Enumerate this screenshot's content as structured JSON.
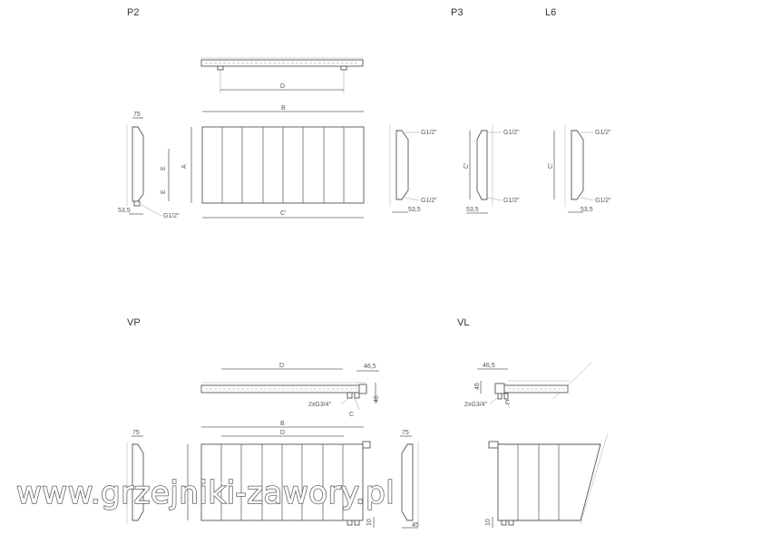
{
  "sections": {
    "p2": "P2",
    "p3": "P3",
    "l6": "L6",
    "vp": "VP",
    "vl": "VL"
  },
  "dims": {
    "d": "D",
    "b": "B",
    "a": "A",
    "c_prime": "C'",
    "e": "E",
    "c": "C",
    "w75": "75",
    "w53_5": "53,5",
    "w46_5": "46,5",
    "w46": "46",
    "w45": "45",
    "w10": "10",
    "g12": "G1/2\"",
    "g34": "2xG3/4\""
  },
  "watermark": "www.grzejniki-zawory.pl"
}
